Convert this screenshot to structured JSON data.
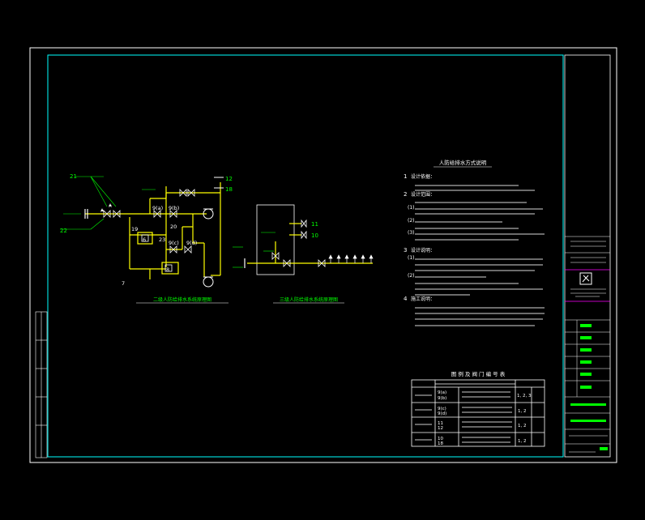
{
  "colors": {
    "background": "#000000",
    "outer_frame": "#ffffff",
    "inner_frame": "#00ffff",
    "pipe": "#ffff00",
    "label_green": "#00ff00",
    "title_block_accent": "#ff00ff",
    "text": "#ffffff"
  },
  "left_diagram": {
    "caption": "二级人防给排水系统原理图",
    "labels": {
      "l21": "21",
      "l22": "22",
      "l12": "12",
      "l18": "18",
      "l9a": "9(a)",
      "l9b": "9(b)",
      "l9c": "9(c)",
      "l9d": "9(d)",
      "l6": "6",
      "l19": "19",
      "l7": "7",
      "l20": "20",
      "l23": "23",
      "l8": "8"
    }
  },
  "mid_diagram": {
    "caption": "三级人防给排水系统原理图",
    "labels": {
      "l11": "11",
      "l10": "10"
    }
  },
  "notes": {
    "title": "人防给排水方式说明",
    "sections": [
      {
        "num": "1",
        "title": "设计依据："
      },
      {
        "num": "2",
        "title": "设计范围："
      },
      {
        "num": "3",
        "title": "设计说明："
      },
      {
        "num": "4",
        "title": "施工说明："
      }
    ],
    "sub_items": [
      "(1)",
      "(2)",
      "(3)",
      "(1)",
      "(2)"
    ]
  },
  "table": {
    "title": "图 例 及 阀 门 编 号 表",
    "rows": [
      [
        "9(a)",
        "9(b)",
        "1, 2, 3"
      ],
      [
        "9(c)",
        "9(d)",
        "1, 2"
      ],
      [
        "11",
        "12",
        "1, 2"
      ],
      [
        "10",
        "18",
        "1, 2"
      ]
    ]
  }
}
